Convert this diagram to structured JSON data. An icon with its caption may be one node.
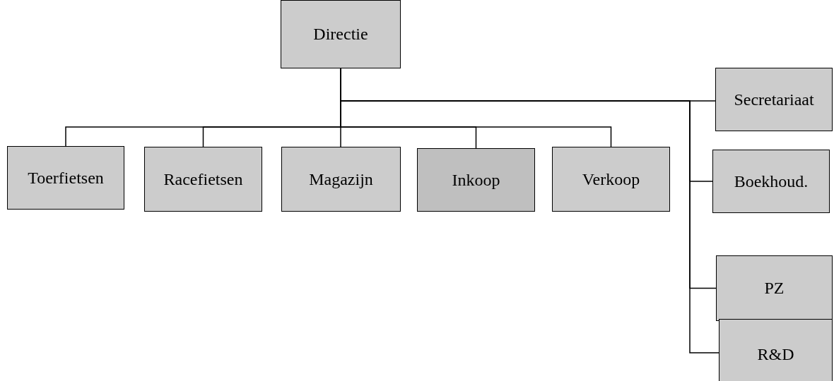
{
  "diagram": {
    "nodes": [
      {
        "text": [
          "Directie"
        ]
      },
      {
        "text": [
          "Secretariaat"
        ]
      },
      {
        "text": [
          "Toerfietsen"
        ]
      },
      {
        "text": [
          "Racefietsen"
        ]
      },
      {
        "text": [
          "Magazijn"
        ]
      },
      {
        "text": [
          "Inkoop"
        ]
      },
      {
        "text": [
          "Verkoop"
        ]
      },
      {
        "text": [
          "Boekhoud."
        ]
      },
      {
        "text": [
          "PZ"
        ]
      },
      {
        "text": [
          "R&D"
        ]
      }
    ],
    "edges": [
      {
        "from": 0,
        "to": 1,
        "arrow": "none"
      },
      {
        "from": 0,
        "to": 2,
        "arrow": "none"
      },
      {
        "from": 0,
        "to": 3,
        "arrow": "none"
      },
      {
        "from": 0,
        "to": 4,
        "arrow": "none"
      },
      {
        "from": 0,
        "to": 5,
        "arrow": "none"
      },
      {
        "from": 0,
        "to": 6,
        "arrow": "none"
      },
      {
        "from": 0,
        "to": 7,
        "arrow": "none"
      },
      {
        "from": 0,
        "to": 8,
        "arrow": "none"
      },
      {
        "from": 0,
        "to": 9,
        "arrow": "none"
      }
    ]
  }
}
